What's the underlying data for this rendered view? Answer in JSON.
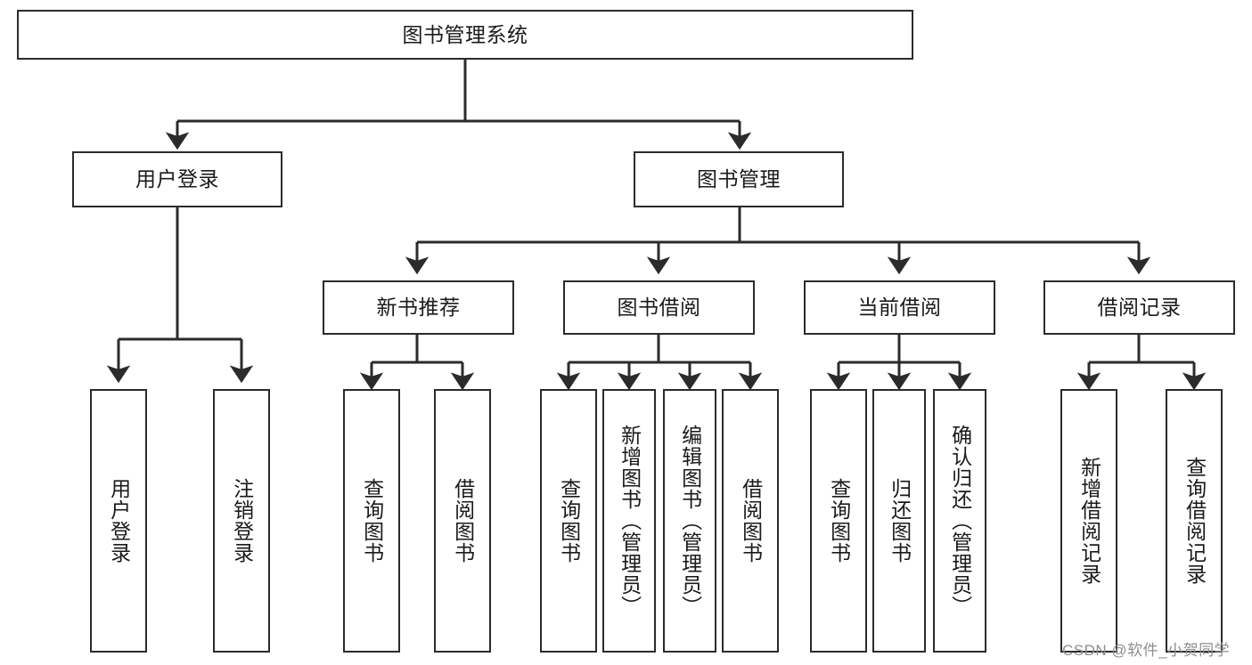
{
  "diagram": {
    "title": "图书管理系统",
    "type": "hierarchy-tree",
    "colors": {
      "box_border": "#2b2b2b",
      "box_fill": "#ffffff",
      "edge": "#2b2b2b",
      "text": "#1a1a1a",
      "watermark": "#8e8e8e",
      "background": "#ffffff"
    },
    "levels": {
      "level0": [
        {
          "id": "root",
          "label": "图书管理系统",
          "orientation": "horizontal"
        }
      ],
      "level1": [
        {
          "id": "user-login",
          "label": "用户登录",
          "orientation": "horizontal"
        },
        {
          "id": "book-manage",
          "label": "图书管理",
          "orientation": "horizontal"
        }
      ],
      "level2": [
        {
          "id": "new-book-rec",
          "label": "新书推荐",
          "orientation": "horizontal",
          "parent": "book-manage"
        },
        {
          "id": "book-borrow",
          "label": "图书借阅",
          "orientation": "horizontal",
          "parent": "book-manage"
        },
        {
          "id": "current-borrow",
          "label": "当前借阅",
          "orientation": "horizontal",
          "parent": "book-manage"
        },
        {
          "id": "borrow-record",
          "label": "借阅记录",
          "orientation": "horizontal",
          "parent": "book-manage"
        }
      ],
      "level3": [
        {
          "id": "leaf-user-login",
          "label": "用户登录",
          "orientation": "vertical",
          "parent": "user-login"
        },
        {
          "id": "leaf-user-logout",
          "label": "注销登录",
          "orientation": "vertical",
          "parent": "user-login"
        },
        {
          "id": "leaf-rec-query-book",
          "label": "查询图书",
          "orientation": "vertical",
          "parent": "new-book-rec"
        },
        {
          "id": "leaf-rec-borrow-book",
          "label": "借阅图书",
          "orientation": "vertical",
          "parent": "new-book-rec"
        },
        {
          "id": "leaf-borrow-query-book",
          "label": "查询图书",
          "orientation": "vertical",
          "parent": "book-borrow"
        },
        {
          "id": "leaf-borrow-add-book",
          "label": "新增图书（管理员）",
          "orientation": "vertical",
          "parent": "book-borrow"
        },
        {
          "id": "leaf-borrow-edit-book",
          "label": "编辑图书（管理员）",
          "orientation": "vertical",
          "parent": "book-borrow"
        },
        {
          "id": "leaf-borrow-borrow-book",
          "label": "借阅图书",
          "orientation": "vertical",
          "parent": "book-borrow"
        },
        {
          "id": "leaf-cur-query-book",
          "label": "查询图书",
          "orientation": "vertical",
          "parent": "current-borrow"
        },
        {
          "id": "leaf-cur-return-book",
          "label": "归还图书",
          "orientation": "vertical",
          "parent": "current-borrow"
        },
        {
          "id": "leaf-cur-confirm-return",
          "label": "确认归还（管理员）",
          "orientation": "vertical",
          "parent": "current-borrow"
        },
        {
          "id": "leaf-rec-add-record",
          "label": "新增借阅记录",
          "orientation": "vertical",
          "parent": "borrow-record"
        },
        {
          "id": "leaf-rec-query-record",
          "label": "查询借阅记录",
          "orientation": "vertical",
          "parent": "borrow-record"
        }
      ]
    }
  },
  "watermark": {
    "text": "CSDN @软件_小贺同学"
  }
}
